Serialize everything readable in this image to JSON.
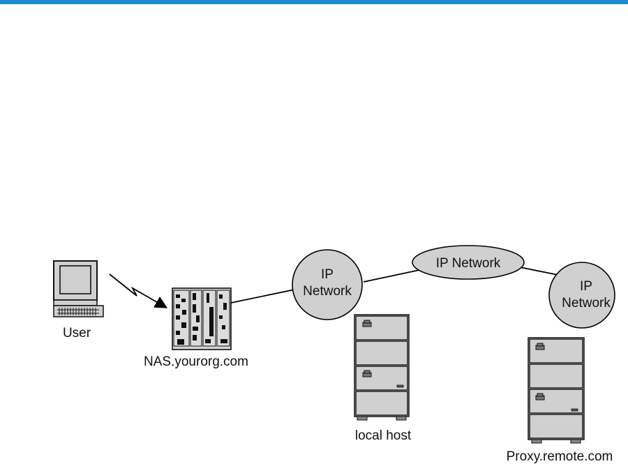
{
  "header": {
    "accent_color": "#1a8ccf"
  },
  "diagram": {
    "nodes": {
      "user": {
        "label": "User",
        "icon": "computer-terminal-icon"
      },
      "nas": {
        "label": "NAS.yourorg.com",
        "icon": "network-access-server-icon"
      },
      "cloud_left": {
        "line1": "IP",
        "line2": "Network"
      },
      "cloud_middle": {
        "label": "IP Network"
      },
      "cloud_right": {
        "line1": "IP",
        "line2": "Network"
      },
      "local_host": {
        "label": "local host",
        "icon": "server-cabinet-icon"
      },
      "proxy": {
        "label": "Proxy.remote.com",
        "icon": "server-cabinet-icon"
      }
    },
    "links": [
      {
        "from": "user",
        "to": "nas",
        "type": "dial-up"
      },
      {
        "from": "nas",
        "to": "cloud_left"
      },
      {
        "from": "cloud_left",
        "to": "cloud_middle"
      },
      {
        "from": "cloud_middle",
        "to": "cloud_right"
      }
    ]
  }
}
